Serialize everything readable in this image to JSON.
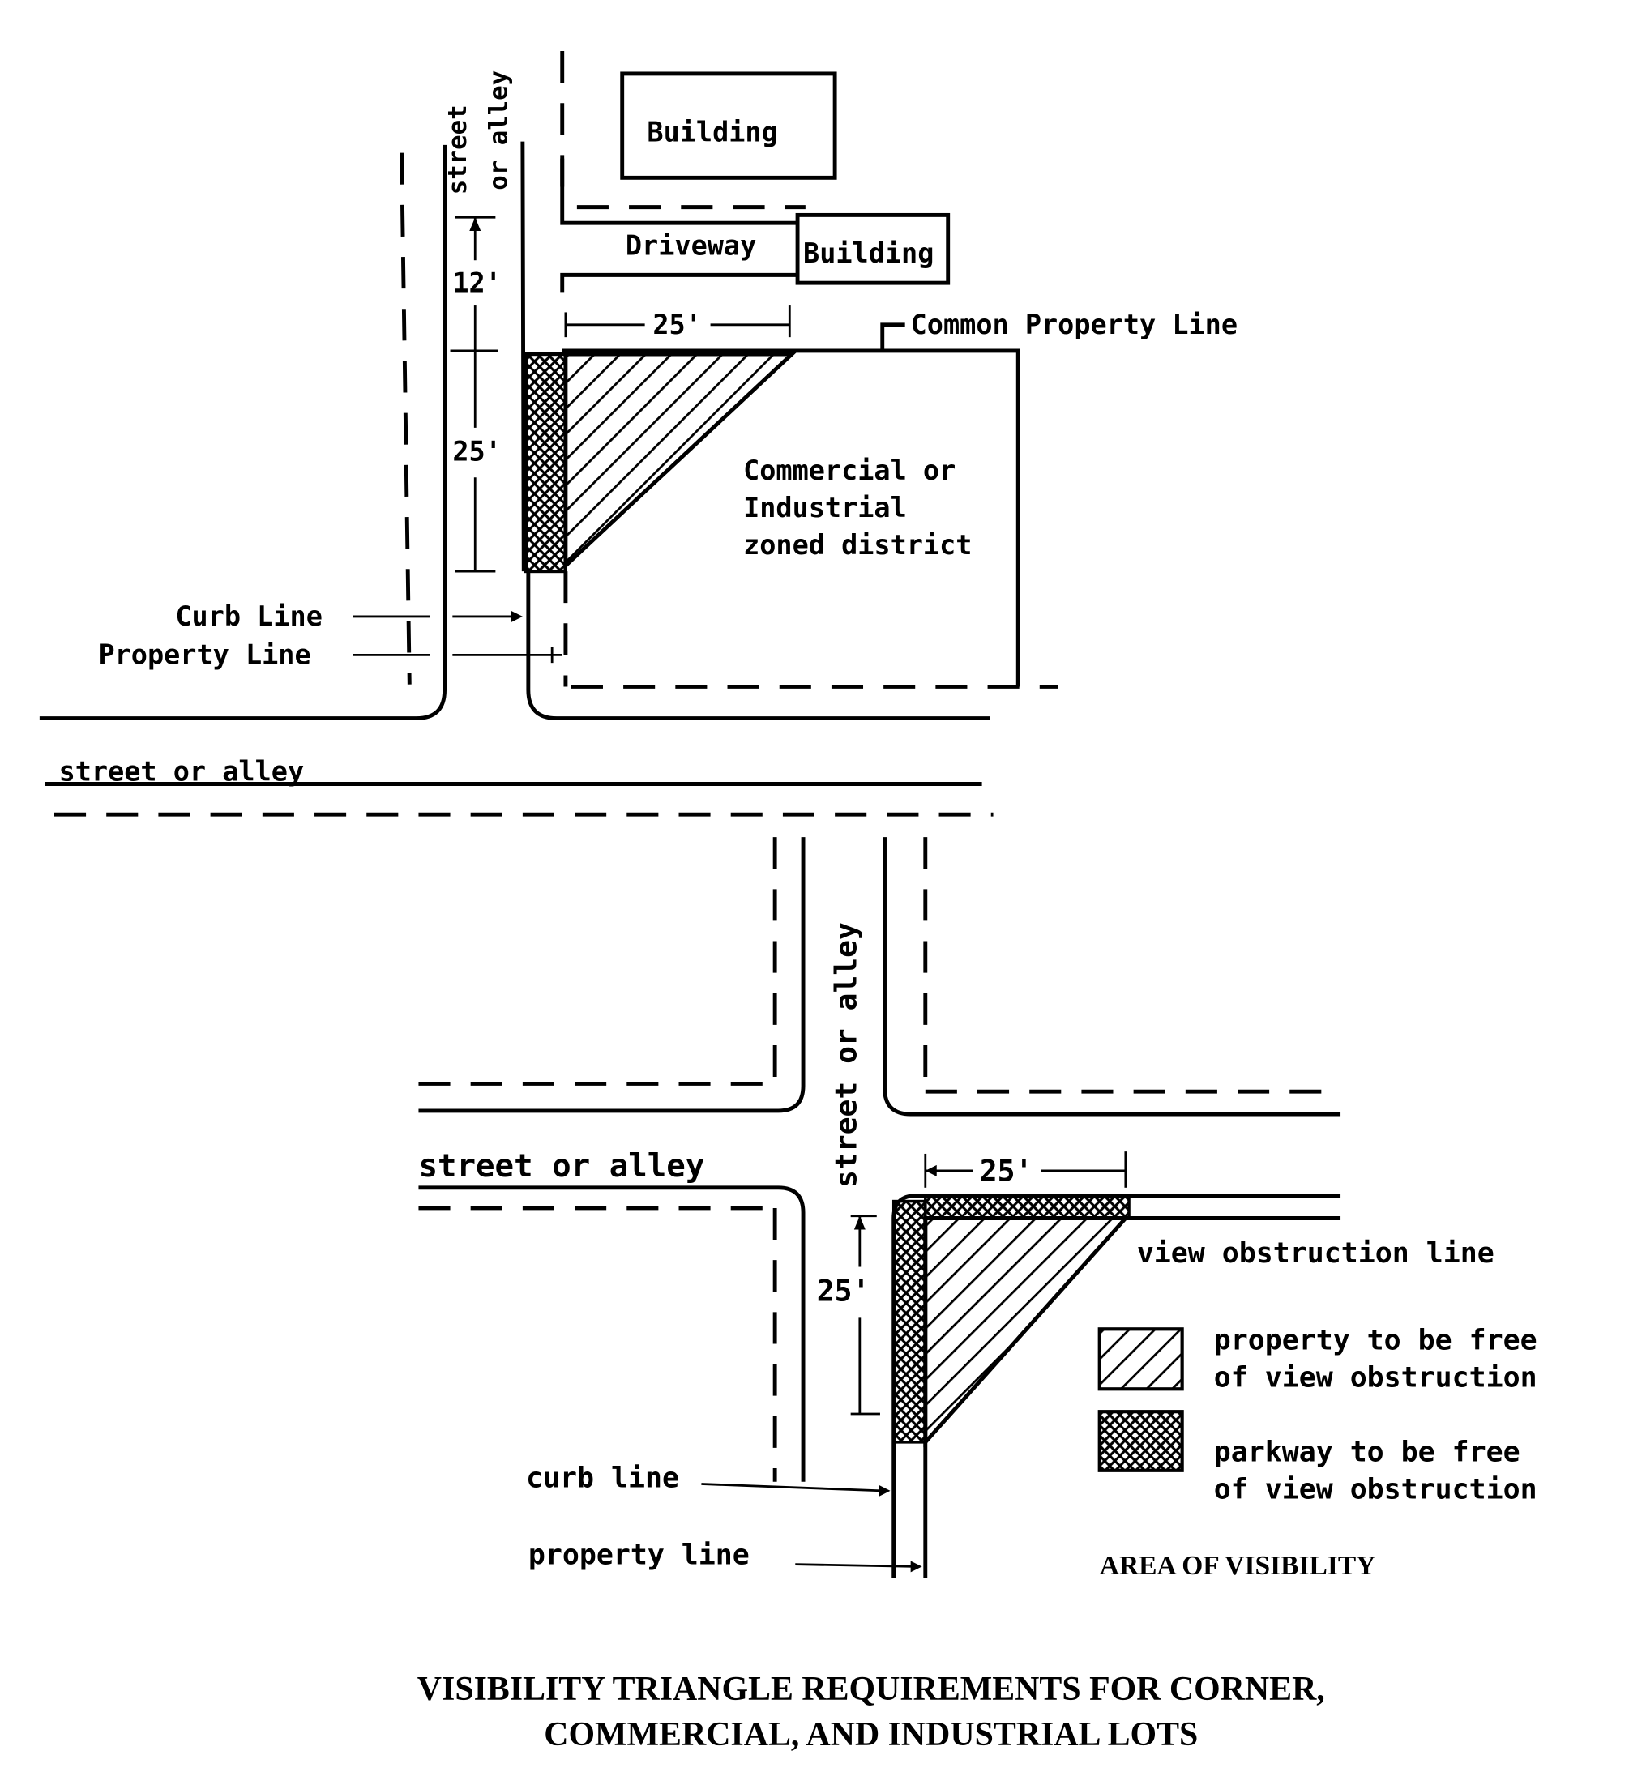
{
  "top_diagram": {
    "vertical_street_label": [
      "street",
      "or alley"
    ],
    "building_1": "Building",
    "building_2": "Building",
    "driveway": "Driveway",
    "dim_12": "12'",
    "dim_25_vertical": "25'",
    "dim_25_horizontal": "25'",
    "common_property_line": "Common Property Line",
    "district_label": [
      "Commercial or",
      "Industrial",
      "zoned district"
    ],
    "curb_line": "Curb Line",
    "property_line": "Property Line",
    "horizontal_street_label": "street or alley"
  },
  "bottom_diagram": {
    "vertical_street_label": "street or alley",
    "horizontal_street_label": "street  or alley",
    "dim_25_horizontal": "25'",
    "dim_25_vertical": "25'",
    "view_obstruction_line": "view obstruction line",
    "curb_line": "curb line",
    "property_line": "property line"
  },
  "legend": {
    "items": [
      {
        "pattern": "diagonal-hatch",
        "label": [
          "property to be free",
          "of view obstruction"
        ]
      },
      {
        "pattern": "cross-hatch",
        "label": [
          "parkway to be free",
          "of view obstruction"
        ]
      }
    ],
    "caption": "AREA OF VISIBILITY"
  },
  "title": [
    "VISIBILITY TRIANGLE REQUIREMENTS FOR CORNER,",
    "COMMERCIAL, AND INDUSTRIAL LOTS"
  ]
}
